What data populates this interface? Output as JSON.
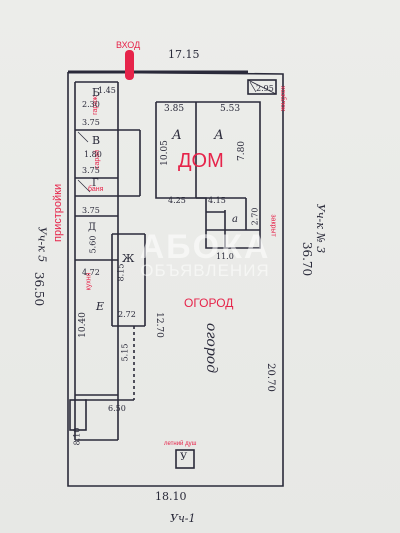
{
  "entrance_label": "ВХОД",
  "house_label": "ДОМ",
  "garden_label": "ОГОРОД",
  "extensions_label": "пристройки",
  "bath_label": "баня",
  "garage_label": "гараж",
  "shed_label": "сарай",
  "kitchen_label": "кухня",
  "outbuilding_label": "хозблок",
  "closed_label": "закрыт",
  "shower_label": "летний душ",
  "watermark_brand": "АБОКА",
  "watermark_sub": "ОБЪЯВЛЕНИЯ",
  "dimensions": {
    "top_width": "17.15",
    "left_side": "36.50",
    "right_side": "36.70",
    "bottom_width": "18.10",
    "right_inner": "20.70",
    "garden_left": "12.70",
    "small_295": "2.95",
    "room_385": "3.85",
    "room_553": "5.53",
    "room_1005": "10.05",
    "room_780": "7.80",
    "room_425": "4.25",
    "room_415": "4.15",
    "room_1100": "11.0",
    "room_270": "2.70",
    "ext_375a": "3.75",
    "ext_375b": "3.75",
    "ext_375c": "3.75",
    "ext_560": "5.60",
    "ext_472": "4.72",
    "ext_1040": "10.40",
    "ext_815": "8.15",
    "ext_272": "2.72",
    "ext_515": "5.15",
    "ext_650": "6.50",
    "ext_810": "8.10",
    "d_145": "1.45",
    "d_230": "2.30",
    "d_180": "1.80"
  },
  "neighbors": {
    "right": "Уч-к № 3",
    "left": "Уч-к 5",
    "bottom": "Уч-1"
  },
  "room_letters": {
    "house_a": "А",
    "house_a2": "А",
    "house_a1": "а",
    "ext_b": "Б",
    "ext_v": "В",
    "ext_g": "Г",
    "ext_e": "Е",
    "ext_zh": "Ж",
    "ext_d": "Д",
    "letter_u": "У"
  },
  "garden_handwritten": "огород",
  "colors": {
    "ink": "#2a2a3a",
    "red": "#e6244a",
    "paper": "#ecedea"
  }
}
